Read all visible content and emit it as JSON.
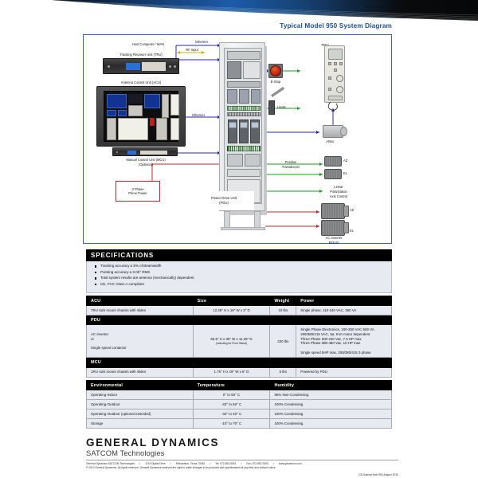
{
  "header": {
    "title": "Typical Model 950 System Diagram"
  },
  "diagram": {
    "labels": {
      "host_computer": "Host Computer / WAN",
      "ethernet_top": "Ethernet",
      "tracking_receiver": "Tracking Receiver Unit (TRU)",
      "rf_input": "RF Input",
      "antenna_control": "Antenna Control Unit (ACU)",
      "ethernet_mid": "Ethernet",
      "manual_control": "Manual Control Unit (MCU)",
      "manual_control_opt": "(Optional)",
      "prime_power_l1": "3 Phase",
      "prime_power_l2": "Prime Power",
      "power_drive_l1": "Power Drive Unit",
      "power_drive_l2": "(PDU)",
      "pmu": "PMU",
      "estop": "E-Stop",
      "limits": "Limits",
      "jbox": "J-Box",
      "position_transducers_l1": "Position",
      "position_transducers_l2": "Transducers",
      "az_top": "AZ",
      "el_top": "EL",
      "linear_pol_l1": "Linear",
      "linear_pol_l2": "Polarization",
      "linear_pol_l3": "Axis Control",
      "az_motor": "AZ",
      "el_motor": "EL",
      "ac_inverter_l1": "AC Inverter",
      "ac_inverter_l2": "Motors"
    }
  },
  "specifications": {
    "heading": "SPECIFICATIONS",
    "items": [
      "Tracking accuracy ≤ 5% of Beamwidth",
      "Pointing accuracy ≤ 0.05° RMS",
      "Total system results are antenna (mechanically) dependent",
      "CE, FCC Class A compliant"
    ]
  },
  "tables": {
    "acu": {
      "headers": [
        "ACU",
        "Size",
        "Weight",
        "Power"
      ],
      "rows": [
        {
          "item": "7RU rack mount chassis with slides",
          "size": "12.25\" H x 19\" W x 3\" D",
          "size_note": "",
          "weight": "10 lbs",
          "power": "Single phase, 110-240 VAC, 350 VA"
        }
      ]
    },
    "pdu": {
      "headers": [
        "PDU",
        "",
        "",
        ""
      ],
      "rows": [
        {
          "item": "AC Inverter\nor\n\nSingle speed contactor",
          "size": "66.5\" H x 30\" W x 11.25\" D",
          "size_note": "(including for Floor Stand)",
          "weight": "230 lbs",
          "power": "Single Phase Electronics, 100-250 VAC 500 VA\n208/380/415 VAC, 3ø, KVA motor dependent\nThree Phase 200-240 Vac, 7.5 HP max\nThree Phase 380-480 Vac, 10 HP max\n\nSingle speed 5HP max, 208/380/415 3 phase"
        }
      ]
    },
    "mcu": {
      "headers": [
        "MCU",
        "",
        "",
        ""
      ],
      "rows": [
        {
          "item": "1RU rack mount chassis with slides",
          "size": "1.75\" H x 19\" W x 8\" D",
          "size_note": "",
          "weight": "5 lbs",
          "power": "Powered by PDU"
        }
      ]
    },
    "environmental": {
      "headers": [
        "Environmental",
        "Temperature",
        "Humidity"
      ],
      "rows": [
        {
          "condition": "Operating-Indoor",
          "temperature": "0° to 50° C",
          "humidity": "95% Non-Condensing"
        },
        {
          "condition": "Operating-Outdoor",
          "temperature": "-20° to 50° C",
          "humidity": "100% Condensing"
        },
        {
          "condition": "Operating-Outdoor (optional extended)",
          "temperature": "-40° to 40° C",
          "humidity": "100% Condensing"
        },
        {
          "condition": "Storage",
          "temperature": "-10° to 70° C",
          "humidity": "100% Condensing"
        }
      ]
    }
  },
  "footer": {
    "company": "GENERAL DYNAMICS",
    "division": "SATCOM Technologies",
    "legal_line1_a": "General Dynamics SATCOM Technologies",
    "legal_line1_b": "1219 Digital Drive",
    "legal_line1_c": "Richardson, Texas 75081",
    "legal_line1_d": "Tel: 972-852-5301",
    "legal_line1_e": "Fax: 972-852-5305",
    "legal_line1_f": "www.gdsatcom.com",
    "legal_line2": "© 2010 General Dynamics.   All rights reserved.   General Dynamics reserves the right to make changes in its products and specifications at any time and without notice",
    "doc_id": "GD-SatcomTech 950 August 2010"
  },
  "colors": {
    "accent_blue": "#1b4f9c",
    "header_dark": "#000000",
    "table_row": "#e8eaf2",
    "panel_border": "#2f63b5"
  }
}
